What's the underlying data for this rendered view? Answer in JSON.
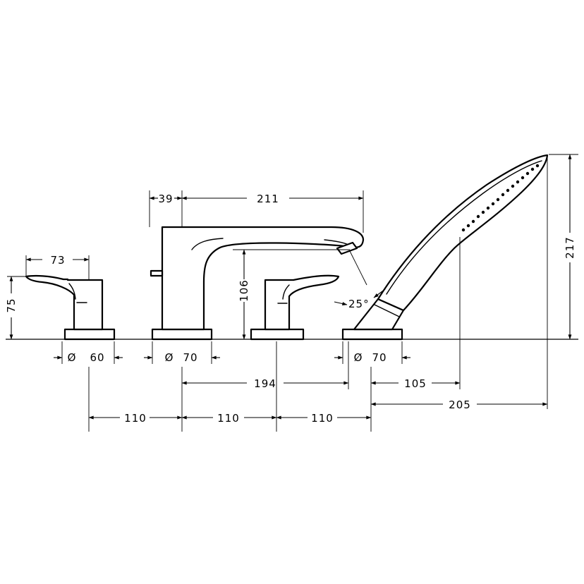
{
  "dimensions": {
    "spout_offset": "39",
    "spout_reach": "211",
    "handle_depth": "73",
    "handle_height": "75",
    "spout_height": "106",
    "spray_angle": "25°",
    "shower_height": "217",
    "base_left": "60",
    "base_center": "70",
    "base_right": "70",
    "center_spacing": "194",
    "shower_offset_105": "105",
    "shower_offset_205": "205",
    "spacing_1": "110",
    "spacing_2": "110",
    "spacing_3": "110"
  },
  "diameter_symbol": "Ø"
}
